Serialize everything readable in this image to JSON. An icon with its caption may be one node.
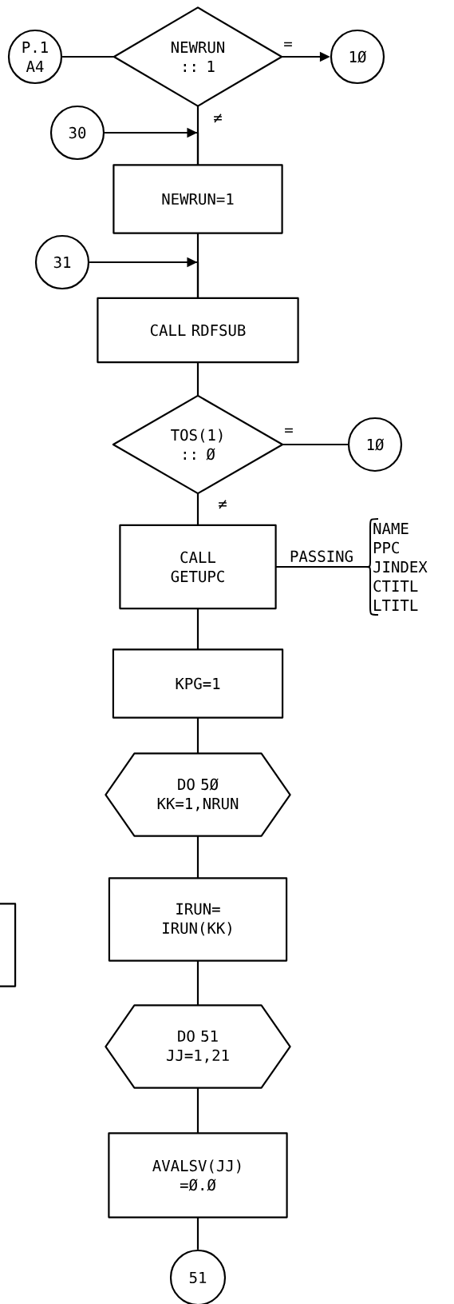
{
  "diagram": {
    "nodes": [
      {
        "text": [
          "P.1 A4"
        ]
      },
      {
        "text": [
          "NEWRUN :: 1"
        ]
      },
      {
        "text": [
          "1Ø"
        ]
      },
      {
        "text": [
          "30"
        ]
      },
      {
        "text": [
          "NEWRUN=1"
        ]
      },
      {
        "text": [
          "31"
        ]
      },
      {
        "text": [
          "CALL RDFSUB"
        ]
      },
      {
        "text": [
          "TOS(1) :: Ø"
        ]
      },
      {
        "text": [
          "1Ø"
        ]
      },
      {
        "text": [
          "CALL GETUPC"
        ]
      },
      {
        "text": [
          "NAME",
          "PPC",
          "JINDEX",
          "CTITL",
          "LTITL"
        ]
      },
      {
        "text": [
          "KPG=1"
        ]
      },
      {
        "text": [
          "DO 5Ø KK=1,NRUN"
        ]
      },
      {
        "text": [
          "IRUN= IRUN(KK)"
        ]
      },
      {
        "text": [],
        "shape": "box"
      },
      {
        "text": [
          "DO 51 JJ=1,21"
        ]
      },
      {
        "text": [
          "AVALSV(JJ) =Ø.Ø"
        ]
      },
      {
        "text": [
          "51"
        ]
      }
    ],
    "edges": [
      {
        "from": 0,
        "to": 1,
        "arrow": "none"
      },
      {
        "from": 1,
        "to": 2,
        "arrow": "to",
        "label": "="
      },
      {
        "from": 1,
        "to": 4,
        "arrow": "none",
        "label": "≠"
      },
      {
        "from": 3,
        "to": 4,
        "arrow": "to"
      },
      {
        "from": 5,
        "to": 6,
        "arrow": "to"
      },
      {
        "from": 4,
        "to": 6,
        "arrow": "none"
      },
      {
        "from": 6,
        "to": 7,
        "arrow": "none"
      },
      {
        "from": 7,
        "to": 8,
        "arrow": "none",
        "label": "="
      },
      {
        "from": 7,
        "to": 9,
        "arrow": "none",
        "label": "≠"
      },
      {
        "from": 9,
        "to": 10,
        "arrow": "none",
        "label": "PASSING"
      },
      {
        "from": 9,
        "to": 11,
        "arrow": "none"
      },
      {
        "from": 11,
        "to": 12,
        "arrow": "none"
      },
      {
        "from": 12,
        "to": 13,
        "arrow": "none"
      },
      {
        "from": 13,
        "to": 15,
        "arrow": "none"
      },
      {
        "from": 15,
        "to": 16,
        "arrow": "none"
      },
      {
        "from": 16,
        "to": 17,
        "arrow": "none"
      }
    ]
  }
}
